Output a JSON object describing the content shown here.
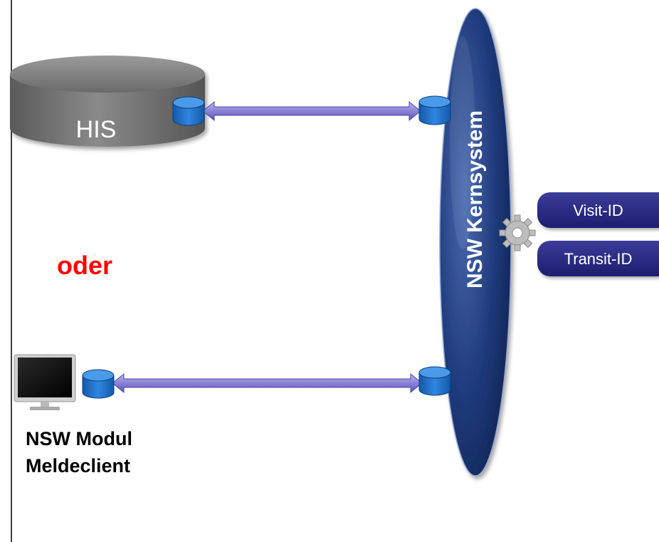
{
  "his": {
    "label": "HIS"
  },
  "separator": {
    "label": "oder"
  },
  "module": {
    "line1": "NSW Modul",
    "line2": "Meldeclient"
  },
  "core": {
    "label": "NSW Kernsystem"
  },
  "ids": [
    {
      "label": "Visit-ID"
    },
    {
      "label": "Transit-ID"
    }
  ],
  "colors": {
    "database_gray": "#6e6e6e",
    "connector_blue": "#1f6fc4",
    "arrow_lavender": "#8c85d6",
    "core_navy": "#1d2f6b",
    "pill_navy": "#2b2b85",
    "accent_red": "#ff0000"
  }
}
